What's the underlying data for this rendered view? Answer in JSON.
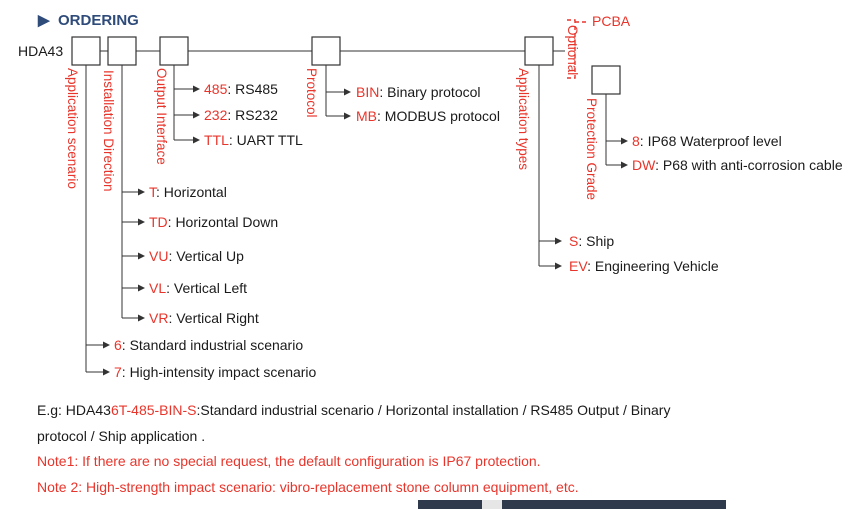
{
  "heading": {
    "marker": "▶",
    "title": "ORDERING"
  },
  "model_prefix": "HDA43",
  "pcba": {
    "label": "PCBA",
    "optional": "Optional"
  },
  "vertical_labels": {
    "application_scenario": "Application scenario",
    "installation_direction": "Installation Direction",
    "output_interface": "Output Interface",
    "protocol": "Protocol",
    "application_types": "Application types",
    "protection_grade": "Protection Grade"
  },
  "output_interface": [
    {
      "code": "485",
      "desc": ": RS485"
    },
    {
      "code": "232",
      "desc": ": RS232"
    },
    {
      "code": "TTL",
      "desc": ": UART TTL"
    }
  ],
  "protocol": [
    {
      "code": "BIN",
      "desc": ": Binary protocol"
    },
    {
      "code": "MB",
      "desc": ": MODBUS protocol"
    }
  ],
  "protection_grade": [
    {
      "code": "8",
      "desc": ": IP68 Waterproof level"
    },
    {
      "code": "DW",
      "desc": ": P68 with anti-corrosion cable"
    }
  ],
  "installation_direction": [
    {
      "code": "T",
      "desc": ": Horizontal"
    },
    {
      "code": "TD",
      "desc": ": Horizontal Down"
    },
    {
      "code": "VU",
      "desc": ": Vertical Up"
    },
    {
      "code": "VL",
      "desc": ": Vertical Left"
    },
    {
      "code": "VR",
      "desc": ": Vertical Right"
    }
  ],
  "application_types": [
    {
      "code": "S",
      "desc": ": Ship"
    },
    {
      "code": "EV",
      "desc": ": Engineering Vehicle"
    }
  ],
  "application_scenario": [
    {
      "code": "6",
      "desc": ": Standard industrial scenario"
    },
    {
      "code": "7",
      "desc": ": High-intensity impact scenario"
    }
  ],
  "example": {
    "prefix": "E.g: HDA43",
    "code": "6T-485-BIN-S",
    "text": ":Standard industrial scenario / Horizontal installation / RS485 Output / Binary",
    "text2": "protocol / Ship application ."
  },
  "notes": [
    "Note1: If there are no special request, the default configuration is IP67 protection.",
    "Note 2: High-strength impact scenario: vibro-replacement stone column equipment, etc."
  ]
}
